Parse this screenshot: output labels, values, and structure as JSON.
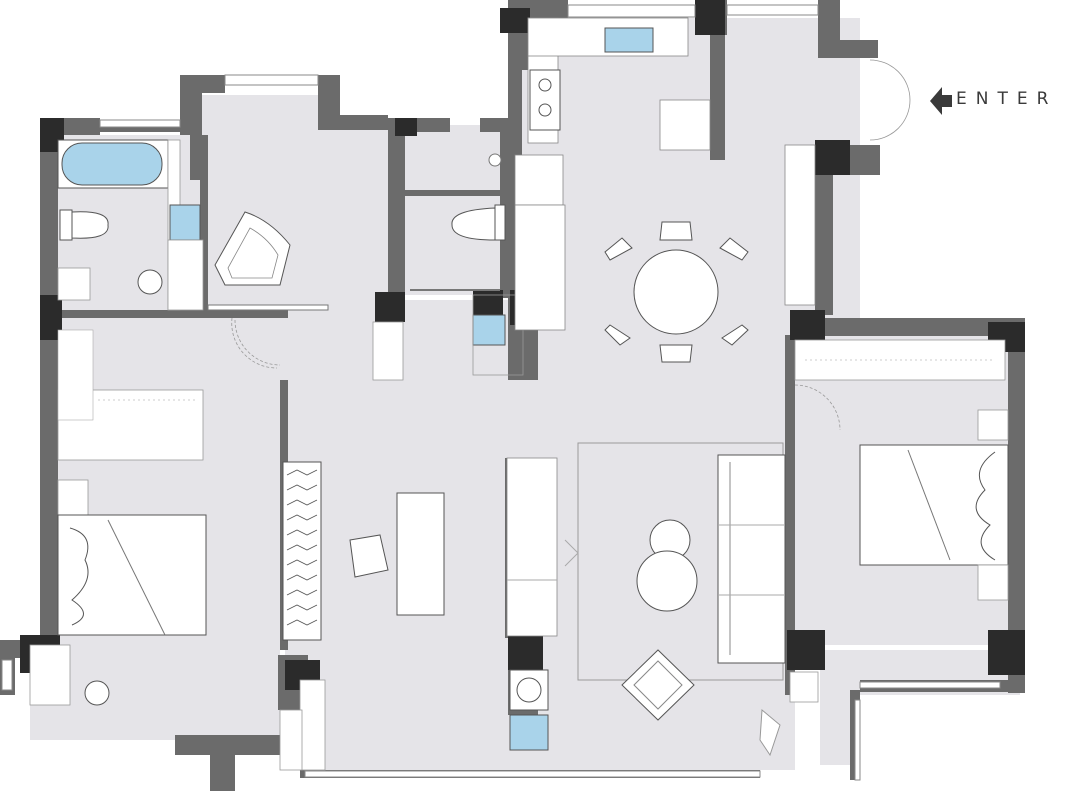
{
  "entrance": {
    "label": "ENTER",
    "arrow": "left-arrow-icon"
  },
  "colors": {
    "floor": "#e5e4e8",
    "wall": "#6b6b6b",
    "column": "#2b2b2b",
    "furniture": "#ffffff",
    "fixture_water": "#a9d3ea",
    "line": "#8a8a8a"
  },
  "rooms": [
    {
      "id": "bathroom-1",
      "fixtures": [
        "bathtub",
        "toilet",
        "sink",
        "round-stool"
      ]
    },
    {
      "id": "lounge-room",
      "fixtures": [
        "lounge-chair"
      ]
    },
    {
      "id": "bathroom-2",
      "fixtures": [
        "toilet",
        "sink"
      ]
    },
    {
      "id": "kitchen",
      "fixtures": [
        "sink",
        "cooktop",
        "counter"
      ]
    },
    {
      "id": "dining-area",
      "fixtures": [
        "round-table",
        "6 chairs"
      ]
    },
    {
      "id": "bedroom-1",
      "fixtures": [
        "double-bed",
        "wardrobe",
        "round-stool"
      ]
    },
    {
      "id": "study",
      "fixtures": [
        "desk",
        "chair",
        "bookshelf"
      ]
    },
    {
      "id": "living-room",
      "fixtures": [
        "sofa",
        "rug",
        "coffee-tables",
        "armchair",
        "tv-cabinet"
      ]
    },
    {
      "id": "bedroom-2",
      "fixtures": [
        "double-bed",
        "wardrobe"
      ]
    },
    {
      "id": "laundry-balcony",
      "fixtures": [
        "washing-machine",
        "sink"
      ]
    }
  ]
}
